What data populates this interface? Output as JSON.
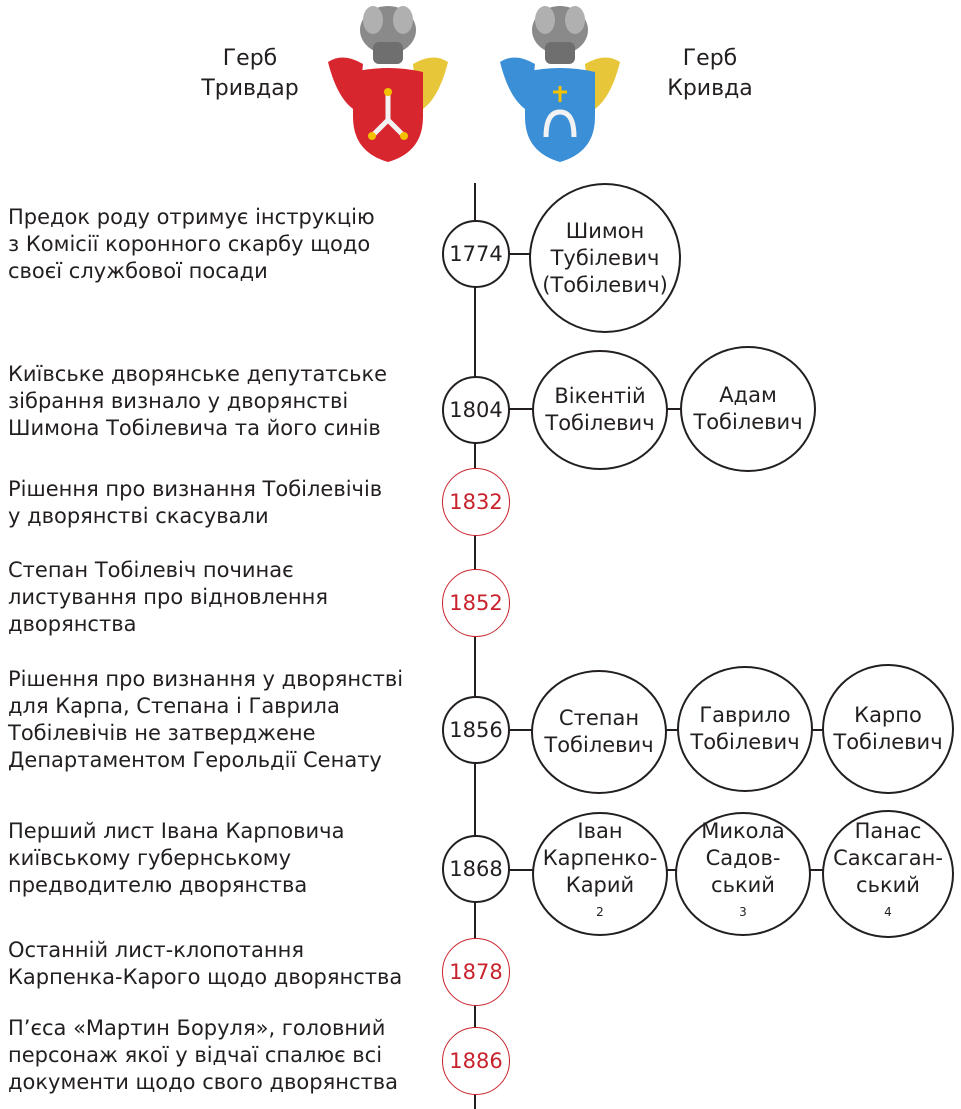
{
  "crests": [
    {
      "name_line1": "Герб",
      "name_line2": "Тривдар",
      "shield_color": "#d7262e",
      "symbol": "trident-like"
    },
    {
      "name_line1": "Герб",
      "name_line2": "Кривда",
      "shield_color": "#3a8fd6",
      "symbol": "horseshoe-cross"
    }
  ],
  "colors": {
    "line": "#231f20",
    "highlight": "#c8232c"
  },
  "events": [
    {
      "year": "1774",
      "highlight": false,
      "lines": [
        "Предок роду отримує інструкцію",
        "з Комісії коронного скарбу щодо",
        "своєї службової посади"
      ],
      "people": [
        {
          "lines": [
            "Шимон",
            "Тубілевич",
            "(Тобілевич)"
          ]
        }
      ]
    },
    {
      "year": "1804",
      "highlight": false,
      "lines": [
        "Київське дворянське депутатське",
        "зібрання визнало у дворянстві",
        "Шимона Тобілевича та його синів"
      ],
      "people": [
        {
          "lines": [
            "Вікентій",
            "Тобілевич"
          ]
        },
        {
          "lines": [
            "Адам",
            "Тобілевич"
          ]
        }
      ]
    },
    {
      "year": "1832",
      "highlight": true,
      "lines": [
        "Рішення про визнання Тобілевічів",
        "у дворянстві скасували"
      ],
      "people": []
    },
    {
      "year": "1852",
      "highlight": true,
      "lines": [
        "Степан Тобілевіч починає",
        "листування про відновлення",
        "дворянства"
      ],
      "people": []
    },
    {
      "year": "1856",
      "highlight": false,
      "lines": [
        "Рішення про визнання у дворянстві",
        "для Карпа, Степана і Гаврила",
        "Тобілевічів не затверджене",
        "Департаментом Герольдії Сенату"
      ],
      "people": [
        {
          "lines": [
            "Степан",
            "Тобілевич"
          ]
        },
        {
          "lines": [
            "Гаврило",
            "Тобілевич"
          ]
        },
        {
          "lines": [
            "Карпо",
            "Тобілевич"
          ]
        }
      ]
    },
    {
      "year": "1868",
      "highlight": false,
      "lines": [
        "Перший лист Івана Карповича",
        "київському губернському",
        "предводителю дворянства"
      ],
      "people": [
        {
          "lines": [
            "Іван",
            "Карпенко-",
            "Карий"
          ],
          "note": "2"
        },
        {
          "lines": [
            "Микола",
            "Садов-",
            "ський"
          ],
          "note": "3"
        },
        {
          "lines": [
            "Панас",
            "Саксаган-",
            "ський"
          ],
          "note": "4"
        }
      ]
    },
    {
      "year": "1878",
      "highlight": true,
      "lines": [
        "Останній лист-клопотання",
        "Карпенка-Карого щодо дворянства"
      ],
      "people": []
    },
    {
      "year": "1886",
      "highlight": true,
      "lines": [
        "П’єса «Мартин Боруля», головний",
        "персонаж якої у відчаї спалює всі",
        "документи щодо свого дворянства"
      ],
      "people": []
    }
  ]
}
